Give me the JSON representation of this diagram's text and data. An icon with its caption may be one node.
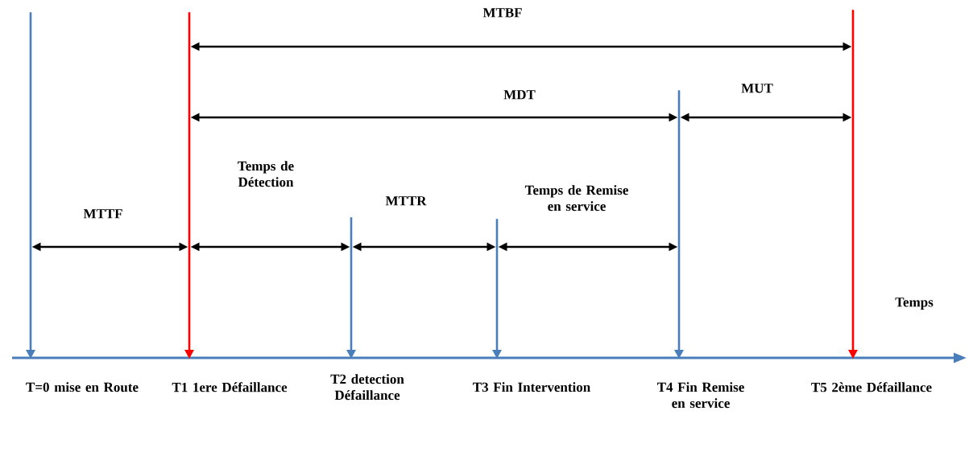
{
  "diagram": {
    "nodes": [
      {
        "text": [],
        "shape": "bar",
        "beside": [
          "T=0 mise en Route"
        ]
      },
      {
        "text": [],
        "shape": "bar",
        "beside": [
          "T1 1ere Défaillance"
        ]
      },
      {
        "text": [],
        "shape": "bar",
        "beside": [
          "T2 detection Défaillance"
        ]
      },
      {
        "text": [],
        "shape": "bar",
        "beside": [
          "T3 Fin Intervention"
        ]
      },
      {
        "text": [],
        "shape": "bar",
        "beside": [
          "T4 Fin Remise en service"
        ]
      },
      {
        "text": [],
        "shape": "bar",
        "beside": [
          "T5 2ème Défaillance"
        ]
      }
    ],
    "edges": [
      {
        "from": 1,
        "to": 5,
        "arrow": "both",
        "label": "MTBF"
      },
      {
        "from": 1,
        "to": 4,
        "arrow": "both",
        "label": "MDT"
      },
      {
        "from": 4,
        "to": 5,
        "arrow": "both",
        "label": "MUT"
      },
      {
        "from": 0,
        "to": 1,
        "arrow": "both",
        "label": "MTTF"
      },
      {
        "from": 1,
        "to": 2,
        "arrow": "both",
        "label": "Temps de Détection"
      },
      {
        "from": 2,
        "to": 3,
        "arrow": "both",
        "label": "MTTR"
      },
      {
        "from": 3,
        "to": 4,
        "arrow": "both",
        "label": "Temps de Remise en service"
      }
    ],
    "labels": [
      "Temps"
    ]
  }
}
